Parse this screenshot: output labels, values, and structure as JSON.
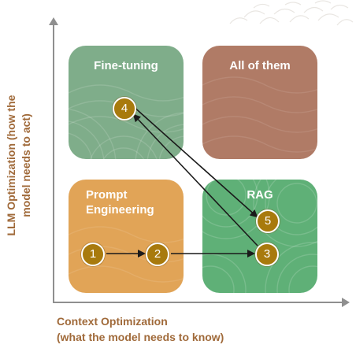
{
  "axes": {
    "x_title_line1": "Context Optimization",
    "x_title_line2": "(what the model needs to know)",
    "y_title_line1": "LLM Optimization (how the",
    "y_title_line2": "model needs to act)"
  },
  "quadrants": {
    "fine_tuning": {
      "label": "Fine-tuning",
      "color": "#7fad8a"
    },
    "all_of_them": {
      "label": "All of them",
      "color": "#b07b66"
    },
    "prompt_engineering": {
      "label_line1": "Prompt",
      "label_line2": "Engineering",
      "color": "#e1a457"
    },
    "rag": {
      "label": "RAG",
      "color": "#5fb077"
    }
  },
  "steps": [
    "1",
    "2",
    "3",
    "4",
    "5"
  ],
  "colors": {
    "step_marker": "#a87a0d",
    "axis_text": "#a06a3a",
    "axis_line": "#8f8f8f"
  }
}
